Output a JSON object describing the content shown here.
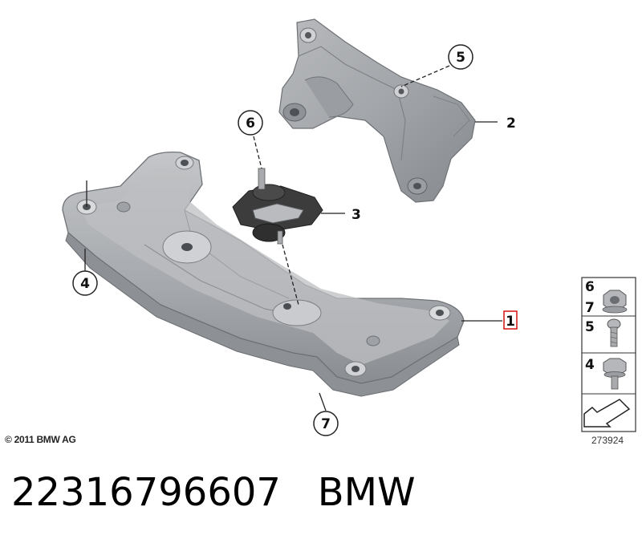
{
  "callouts": {
    "c1": "1",
    "c2": "2",
    "c3": "3",
    "c4": "4",
    "c5": "5",
    "c6": "6",
    "c7": "7"
  },
  "legend": {
    "row1_top": "6",
    "row1_bottom": "7",
    "row2": "5",
    "row3": "4"
  },
  "copyright": "© 2011 BMW AG",
  "diagram_number": "273924",
  "part_number": "22316796607",
  "brand": "BMW",
  "colors": {
    "part_fill": "#a9abae",
    "part_light": "#c9cbce",
    "part_dark": "#7c7f83",
    "rubber": "#3a3a3a",
    "highlight_box": "#d62020"
  }
}
